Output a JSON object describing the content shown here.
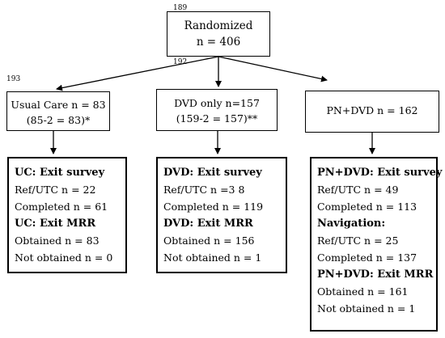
{
  "line_numbers": [
    "189",
    "192",
    "193"
  ],
  "randomized": {
    "title": "Randomized",
    "count": "n = 406"
  },
  "arms": [
    {
      "line1": "Usual Care n = 83",
      "line2": "(85-2 = 83)*"
    },
    {
      "line1": "DVD only n=157",
      "line2": "(159-2 = 157)**"
    },
    {
      "line1": "PN+DVD n = 162"
    }
  ],
  "uc": {
    "h1": "UC: Exit survey",
    "ref": "Ref/UTC n = 22",
    "completed": "Completed n = 61",
    "h2": "UC: Exit MRR",
    "obtained": "Obtained n = 83",
    "not_obtained": "Not obtained n = 0"
  },
  "dvd": {
    "h1": "DVD: Exit survey",
    "ref": "Ref/UTC n =3 8",
    "completed": "Completed n = 119",
    "h2": "DVD: Exit MRR",
    "obtained": "Obtained n = 156",
    "not_obtained": "Not obtained n = 1"
  },
  "pn": {
    "h1": "PN+DVD: Exit survey",
    "ref": "Ref/UTC n = 49",
    "completed": "Completed n = 113",
    "h_nav": "Navigation:",
    "nav_ref": "Ref/UTC n = 25",
    "nav_completed": "Completed n = 137",
    "h2": "PN+DVD: Exit MRR",
    "obtained": "Obtained n = 161",
    "not_obtained": "Not obtained n = 1"
  }
}
